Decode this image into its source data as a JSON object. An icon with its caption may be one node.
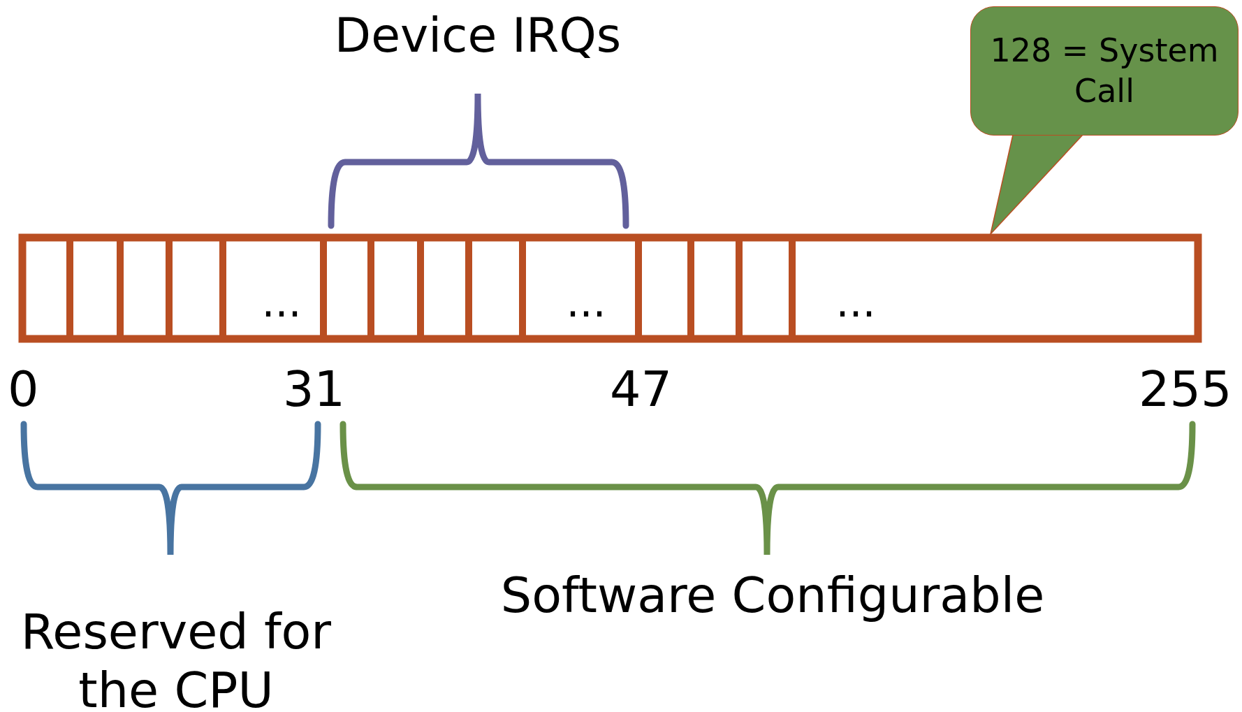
{
  "diagram": {
    "nodes": [
      {
        "text": [],
        "shape": "box"
      },
      {
        "text": [
          "128 = System Call"
        ]
      }
    ],
    "edges": [
      {
        "from": 1,
        "to": 0,
        "arrow": "none"
      }
    ],
    "labels": [
      "Device IRQs",
      "...",
      "...",
      "...",
      "0",
      "31",
      "47",
      "255",
      "Software Configurable",
      "Reserved for the CPU"
    ]
  }
}
